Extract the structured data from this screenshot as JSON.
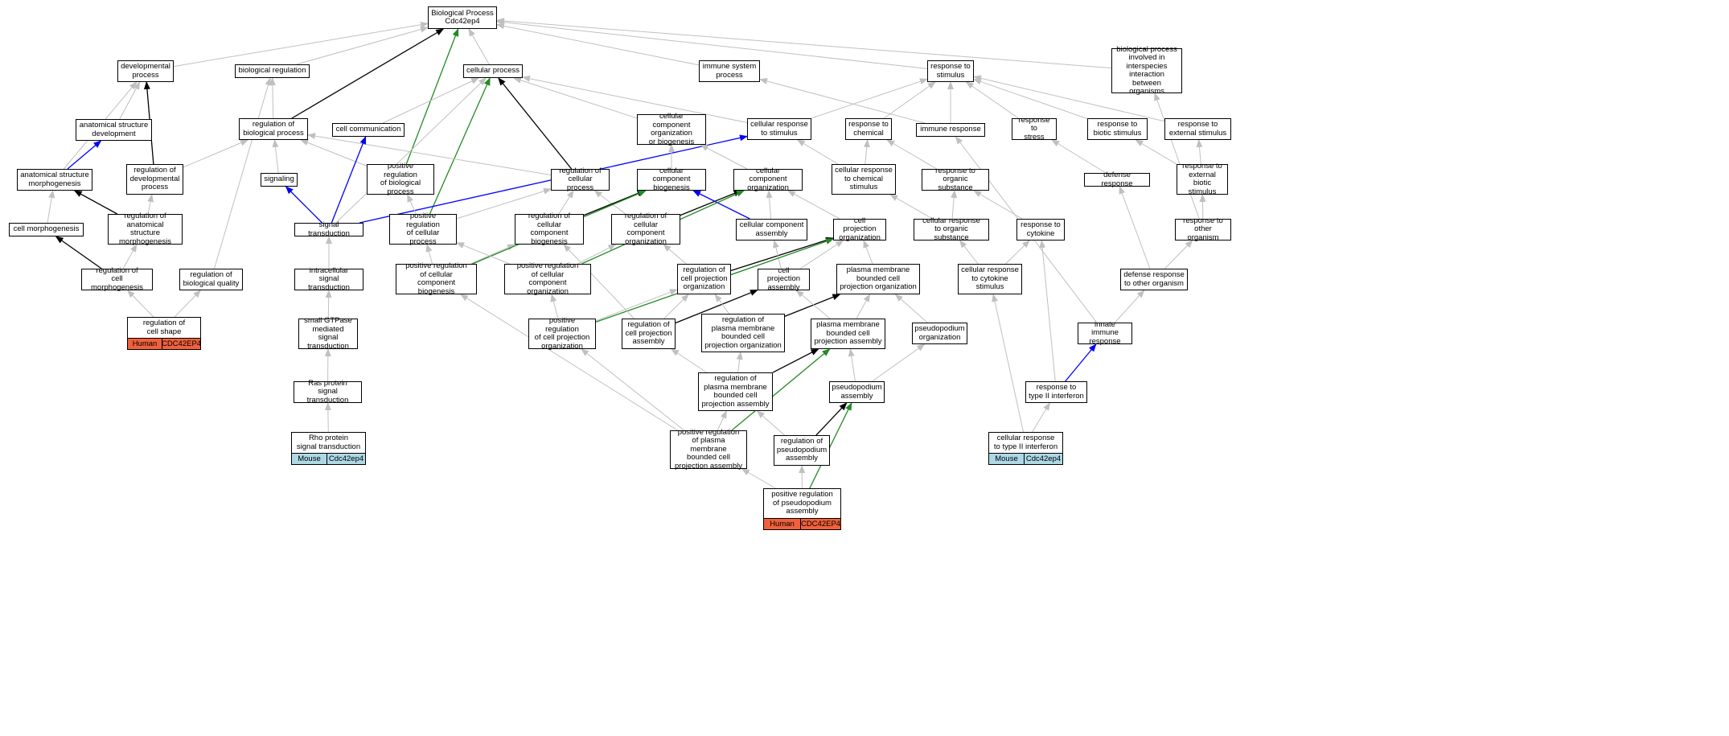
{
  "nodes": [
    {
      "id": "root",
      "label": "Biological Process\nCdc42ep4"
    },
    {
      "id": "devproc",
      "label": "developmental\nprocess"
    },
    {
      "id": "bioreg",
      "label": "biological regulation"
    },
    {
      "id": "cellproc",
      "label": "cellular process"
    },
    {
      "id": "immsys",
      "label": "immune system\nprocess"
    },
    {
      "id": "respstim",
      "label": "response to\nstimulus"
    },
    {
      "id": "interspecies",
      "label": "biological process\ninvolved in\ninterspecies\ninteraction\nbetween organisms"
    },
    {
      "id": "anatdev",
      "label": "anatomical structure\ndevelopment"
    },
    {
      "id": "regbio",
      "label": "regulation of\nbiological process"
    },
    {
      "id": "cellcomm",
      "label": "cell communication"
    },
    {
      "id": "ccorg_bio",
      "label": "cellular component\norganization\nor biogenesis"
    },
    {
      "id": "cellresp",
      "label": "cellular response\nto stimulus"
    },
    {
      "id": "respchem",
      "label": "response to\nchemical"
    },
    {
      "id": "immresp",
      "label": "immune response"
    },
    {
      "id": "respstress",
      "label": "response to\nstress"
    },
    {
      "id": "respbiotic",
      "label": "response to\nbiotic stimulus"
    },
    {
      "id": "respext",
      "label": "response to\nexternal stimulus"
    },
    {
      "id": "anatmorph",
      "label": "anatomical structure\nmorphogenesis"
    },
    {
      "id": "regdev",
      "label": "regulation of\ndevelopmental\nprocess"
    },
    {
      "id": "signaling",
      "label": "signaling"
    },
    {
      "id": "posregbio",
      "label": "positive regulation\nof biological\nprocess"
    },
    {
      "id": "regcell",
      "label": "regulation of\ncellular process"
    },
    {
      "id": "ccbiogen",
      "label": "cellular component\nbiogenesis"
    },
    {
      "id": "ccorg",
      "label": "cellular component\norganization"
    },
    {
      "id": "cellrespchem",
      "label": "cellular response\nto chemical\nstimulus"
    },
    {
      "id": "resporg",
      "label": "response to\norganic substance"
    },
    {
      "id": "defresp",
      "label": "defense response"
    },
    {
      "id": "respextbio",
      "label": "response to\nexternal biotic\nstimulus"
    },
    {
      "id": "cellmorph",
      "label": "cell morphogenesis"
    },
    {
      "id": "reganatmorph",
      "label": "regulation of\nanatomical structure\nmorphogenesis"
    },
    {
      "id": "sigtrans",
      "label": "signal transduction"
    },
    {
      "id": "posregcell",
      "label": "positive regulation\nof cellular\nprocess"
    },
    {
      "id": "regccbiogen",
      "label": "regulation of\ncellular component\nbiogenesis"
    },
    {
      "id": "regccorg",
      "label": "regulation of\ncellular component\norganization"
    },
    {
      "id": "ccassembly",
      "label": "cellular component\nassembly"
    },
    {
      "id": "cellprojorg",
      "label": "cell projection\norganization"
    },
    {
      "id": "cellresporg",
      "label": "cellular response\nto organic substance"
    },
    {
      "id": "respcyto",
      "label": "response to\ncytokine"
    },
    {
      "id": "resporg2",
      "label": "response to\nother organism"
    },
    {
      "id": "regcellmorph",
      "label": "regulation of\ncell morphogenesis"
    },
    {
      "id": "regbioqual",
      "label": "regulation of\nbiological quality"
    },
    {
      "id": "intrasig",
      "label": "intracellular\nsignal transduction"
    },
    {
      "id": "posregccbiogen",
      "label": "positive regulation\nof cellular\ncomponent biogenesis"
    },
    {
      "id": "posregccorg",
      "label": "positive regulation\nof cellular\ncomponent organization"
    },
    {
      "id": "regcellprojorg",
      "label": "regulation of\ncell projection\norganization"
    },
    {
      "id": "cellprojassem",
      "label": "cell projection\nassembly"
    },
    {
      "id": "pmbcellprojorg",
      "label": "plasma membrane\nbounded cell\nprojection organization"
    },
    {
      "id": "cellrespcyto",
      "label": "cellular response\nto cytokine\nstimulus"
    },
    {
      "id": "defrespother",
      "label": "defense response\nto other organism"
    },
    {
      "id": "regcellshape",
      "label": "regulation of\ncell shape"
    },
    {
      "id": "smallgtp",
      "label": "small GTPase\nmediated signal\ntransduction"
    },
    {
      "id": "posregcellprojorg",
      "label": "positive regulation\nof cell projection\norganization"
    },
    {
      "id": "regcellprojassem",
      "label": "regulation of\ncell projection\nassembly"
    },
    {
      "id": "regpmbcellprojorg",
      "label": "regulation of\nplasma membrane\nbounded cell\nprojection organization"
    },
    {
      "id": "pmbcellprojassem",
      "label": "plasma membrane\nbounded cell\nprojection assembly"
    },
    {
      "id": "pseudoorg",
      "label": "pseudopodium\norganization"
    },
    {
      "id": "innate",
      "label": "innate immune\nresponse"
    },
    {
      "id": "ras",
      "label": "Ras protein\nsignal transduction"
    },
    {
      "id": "regpmbassem",
      "label": "regulation of\nplasma membrane\nbounded cell\nprojection assembly"
    },
    {
      "id": "pseudoassem",
      "label": "pseudopodium\nassembly"
    },
    {
      "id": "resptype2",
      "label": "response to\ntype II interferon"
    },
    {
      "id": "rho",
      "label": "Rho protein\nsignal transduction"
    },
    {
      "id": "posregpmbassem",
      "label": "positive regulation\nof plasma membrane\nbounded cell\nprojection assembly"
    },
    {
      "id": "regpseudoassem",
      "label": "regulation of\npseudopodium\nassembly"
    },
    {
      "id": "cellresptype2",
      "label": "cellular response\nto type II interferon"
    },
    {
      "id": "posregpseudo",
      "label": "positive regulation\nof pseudopodium\nassembly"
    }
  ],
  "badges": [
    {
      "node": "regcellshape",
      "species": "Human",
      "gene": "CDC42EP4",
      "style": "human"
    },
    {
      "node": "rho",
      "species": "Mouse",
      "gene": "Cdc42ep4",
      "style": "mouse"
    },
    {
      "node": "cellresptype2",
      "species": "Mouse",
      "gene": "Cdc42ep4",
      "style": "mouse"
    },
    {
      "node": "posregpseudo",
      "species": "Human",
      "gene": "CDC42EP4",
      "style": "human"
    }
  ],
  "colors": {
    "is_a": "#c0c0c0",
    "part_of": "#000000",
    "regulates": "#0000ff",
    "pos_regulates": "#228b22"
  },
  "edges": [
    [
      "devproc",
      "root",
      "is_a"
    ],
    [
      "bioreg",
      "root",
      "is_a"
    ],
    [
      "cellproc",
      "root",
      "is_a"
    ],
    [
      "immsys",
      "root",
      "is_a"
    ],
    [
      "respstim",
      "root",
      "is_a"
    ],
    [
      "interspecies",
      "root",
      "is_a"
    ],
    [
      "regbio",
      "root",
      "part_of"
    ],
    [
      "posregbio",
      "root",
      "pos_regulates"
    ],
    [
      "anatdev",
      "devproc",
      "is_a"
    ],
    [
      "regdev",
      "devproc",
      "part_of"
    ],
    [
      "anatmorph",
      "anatdev",
      "regulates"
    ],
    [
      "anatmorph",
      "devproc",
      "is_a"
    ],
    [
      "regbio",
      "bioreg",
      "is_a"
    ],
    [
      "regbioqual",
      "bioreg",
      "is_a"
    ],
    [
      "cellcomm",
      "cellproc",
      "is_a"
    ],
    [
      "cellresp",
      "cellproc",
      "is_a"
    ],
    [
      "regcell",
      "cellproc",
      "part_of"
    ],
    [
      "posregcell",
      "cellproc",
      "pos_regulates"
    ],
    [
      "sigtrans",
      "cellproc",
      "is_a"
    ],
    [
      "ccorg_bio",
      "cellproc",
      "is_a"
    ],
    [
      "immresp",
      "immsys",
      "is_a"
    ],
    [
      "cellresp",
      "respstim",
      "is_a"
    ],
    [
      "respchem",
      "respstim",
      "is_a"
    ],
    [
      "immresp",
      "respstim",
      "is_a"
    ],
    [
      "respstress",
      "respstim",
      "is_a"
    ],
    [
      "respbiotic",
      "respstim",
      "is_a"
    ],
    [
      "respext",
      "respstim",
      "is_a"
    ],
    [
      "resporg2",
      "interspecies",
      "is_a"
    ],
    [
      "regdev",
      "regbio",
      "is_a"
    ],
    [
      "signaling",
      "regbio",
      "is_a"
    ],
    [
      "posregbio",
      "regbio",
      "is_a"
    ],
    [
      "regcell",
      "regbio",
      "is_a"
    ],
    [
      "sigtrans",
      "signaling",
      "regulates"
    ],
    [
      "sigtrans",
      "cellcomm",
      "regulates"
    ],
    [
      "sigtrans",
      "cellresp",
      "regulates"
    ],
    [
      "ccbiogen",
      "ccorg_bio",
      "is_a"
    ],
    [
      "ccorg",
      "ccorg_bio",
      "is_a"
    ],
    [
      "cellrespchem",
      "cellresp",
      "is_a"
    ],
    [
      "cellrespchem",
      "respchem",
      "is_a"
    ],
    [
      "resporg",
      "respchem",
      "is_a"
    ],
    [
      "defresp",
      "respstress",
      "is_a"
    ],
    [
      "respextbio",
      "respext",
      "is_a"
    ],
    [
      "respextbio",
      "respbiotic",
      "is_a"
    ],
    [
      "cellmorph",
      "anatmorph",
      "is_a"
    ],
    [
      "reganatmorph",
      "anatmorph",
      "part_of"
    ],
    [
      "reganatmorph",
      "regdev",
      "is_a"
    ],
    [
      "regcellmorph",
      "cellmorph",
      "part_of"
    ],
    [
      "regcellmorph",
      "reganatmorph",
      "is_a"
    ],
    [
      "posregcell",
      "regcell",
      "is_a"
    ],
    [
      "regccbiogen",
      "regcell",
      "is_a"
    ],
    [
      "regccorg",
      "regcell",
      "is_a"
    ],
    [
      "posregcell",
      "posregbio",
      "is_a"
    ],
    [
      "regccbiogen",
      "ccbiogen",
      "part_of"
    ],
    [
      "regccorg",
      "ccorg",
      "part_of"
    ],
    [
      "ccassembly",
      "ccbiogen",
      "regulates"
    ],
    [
      "ccassembly",
      "ccorg",
      "is_a"
    ],
    [
      "cellprojorg",
      "ccorg",
      "is_a"
    ],
    [
      "cellresporg",
      "cellrespchem",
      "is_a"
    ],
    [
      "cellresporg",
      "resporg",
      "is_a"
    ],
    [
      "respcyto",
      "resporg",
      "is_a"
    ],
    [
      "resporg2",
      "respextbio",
      "is_a"
    ],
    [
      "defrespother",
      "defresp",
      "is_a"
    ],
    [
      "defrespother",
      "resporg2",
      "is_a"
    ],
    [
      "intrasig",
      "sigtrans",
      "is_a"
    ],
    [
      "smallgtp",
      "intrasig",
      "is_a"
    ],
    [
      "ras",
      "smallgtp",
      "is_a"
    ],
    [
      "rho",
      "ras",
      "is_a"
    ],
    [
      "posregccbiogen",
      "posregcell",
      "is_a"
    ],
    [
      "posregccbiogen",
      "regccbiogen",
      "is_a"
    ],
    [
      "posregccbiogen",
      "ccbiogen",
      "pos_regulates"
    ],
    [
      "posregccorg",
      "regccorg",
      "is_a"
    ],
    [
      "posregccorg",
      "posregcell",
      "is_a"
    ],
    [
      "posregccorg",
      "ccorg",
      "pos_regulates"
    ],
    [
      "regcellprojorg",
      "regccorg",
      "is_a"
    ],
    [
      "regcellprojorg",
      "cellprojorg",
      "part_of"
    ],
    [
      "cellprojassem",
      "cellprojorg",
      "is_a"
    ],
    [
      "cellprojassem",
      "ccassembly",
      "is_a"
    ],
    [
      "pmbcellprojorg",
      "cellprojorg",
      "is_a"
    ],
    [
      "cellrespcyto",
      "cellresporg",
      "is_a"
    ],
    [
      "cellrespcyto",
      "respcyto",
      "is_a"
    ],
    [
      "regcellshape",
      "regcellmorph",
      "is_a"
    ],
    [
      "regcellshape",
      "regbioqual",
      "is_a"
    ],
    [
      "posregcellprojorg",
      "regcellprojorg",
      "is_a"
    ],
    [
      "posregcellprojorg",
      "posregccorg",
      "is_a"
    ],
    [
      "posregcellprojorg",
      "cellprojorg",
      "pos_regulates"
    ],
    [
      "regcellprojassem",
      "regcellprojorg",
      "is_a"
    ],
    [
      "regcellprojassem",
      "cellprojassem",
      "part_of"
    ],
    [
      "regcellprojassem",
      "regccbiogen",
      "is_a"
    ],
    [
      "regpmbcellprojorg",
      "regcellprojorg",
      "is_a"
    ],
    [
      "regpmbcellprojorg",
      "pmbcellprojorg",
      "part_of"
    ],
    [
      "pmbcellprojassem",
      "pmbcellprojorg",
      "is_a"
    ],
    [
      "pmbcellprojassem",
      "cellprojassem",
      "is_a"
    ],
    [
      "pseudoorg",
      "pmbcellprojorg",
      "is_a"
    ],
    [
      "innate",
      "immresp",
      "is_a"
    ],
    [
      "innate",
      "defrespother",
      "is_a"
    ],
    [
      "regpmbassem",
      "regpmbcellprojorg",
      "is_a"
    ],
    [
      "regpmbassem",
      "pmbcellprojassem",
      "part_of"
    ],
    [
      "regpmbassem",
      "regcellprojassem",
      "is_a"
    ],
    [
      "pseudoassem",
      "pmbcellprojassem",
      "is_a"
    ],
    [
      "pseudoassem",
      "pseudoorg",
      "is_a"
    ],
    [
      "resptype2",
      "respcyto",
      "is_a"
    ],
    [
      "resptype2",
      "innate",
      "regulates"
    ],
    [
      "posregpmbassem",
      "regpmbassem",
      "is_a"
    ],
    [
      "posregpmbassem",
      "pmbcellprojassem",
      "pos_regulates"
    ],
    [
      "posregpmbassem",
      "posregcellprojorg",
      "is_a"
    ],
    [
      "posregpmbassem",
      "posregccbiogen",
      "is_a"
    ],
    [
      "regpseudoassem",
      "regpmbassem",
      "is_a"
    ],
    [
      "regpseudoassem",
      "pseudoassem",
      "part_of"
    ],
    [
      "cellresptype2",
      "resptype2",
      "is_a"
    ],
    [
      "cellresptype2",
      "cellrespcyto",
      "is_a"
    ],
    [
      "posregpseudo",
      "regpseudoassem",
      "is_a"
    ],
    [
      "posregpseudo",
      "pseudoassem",
      "pos_regulates"
    ],
    [
      "posregpseudo",
      "posregpmbassem",
      "is_a"
    ]
  ]
}
